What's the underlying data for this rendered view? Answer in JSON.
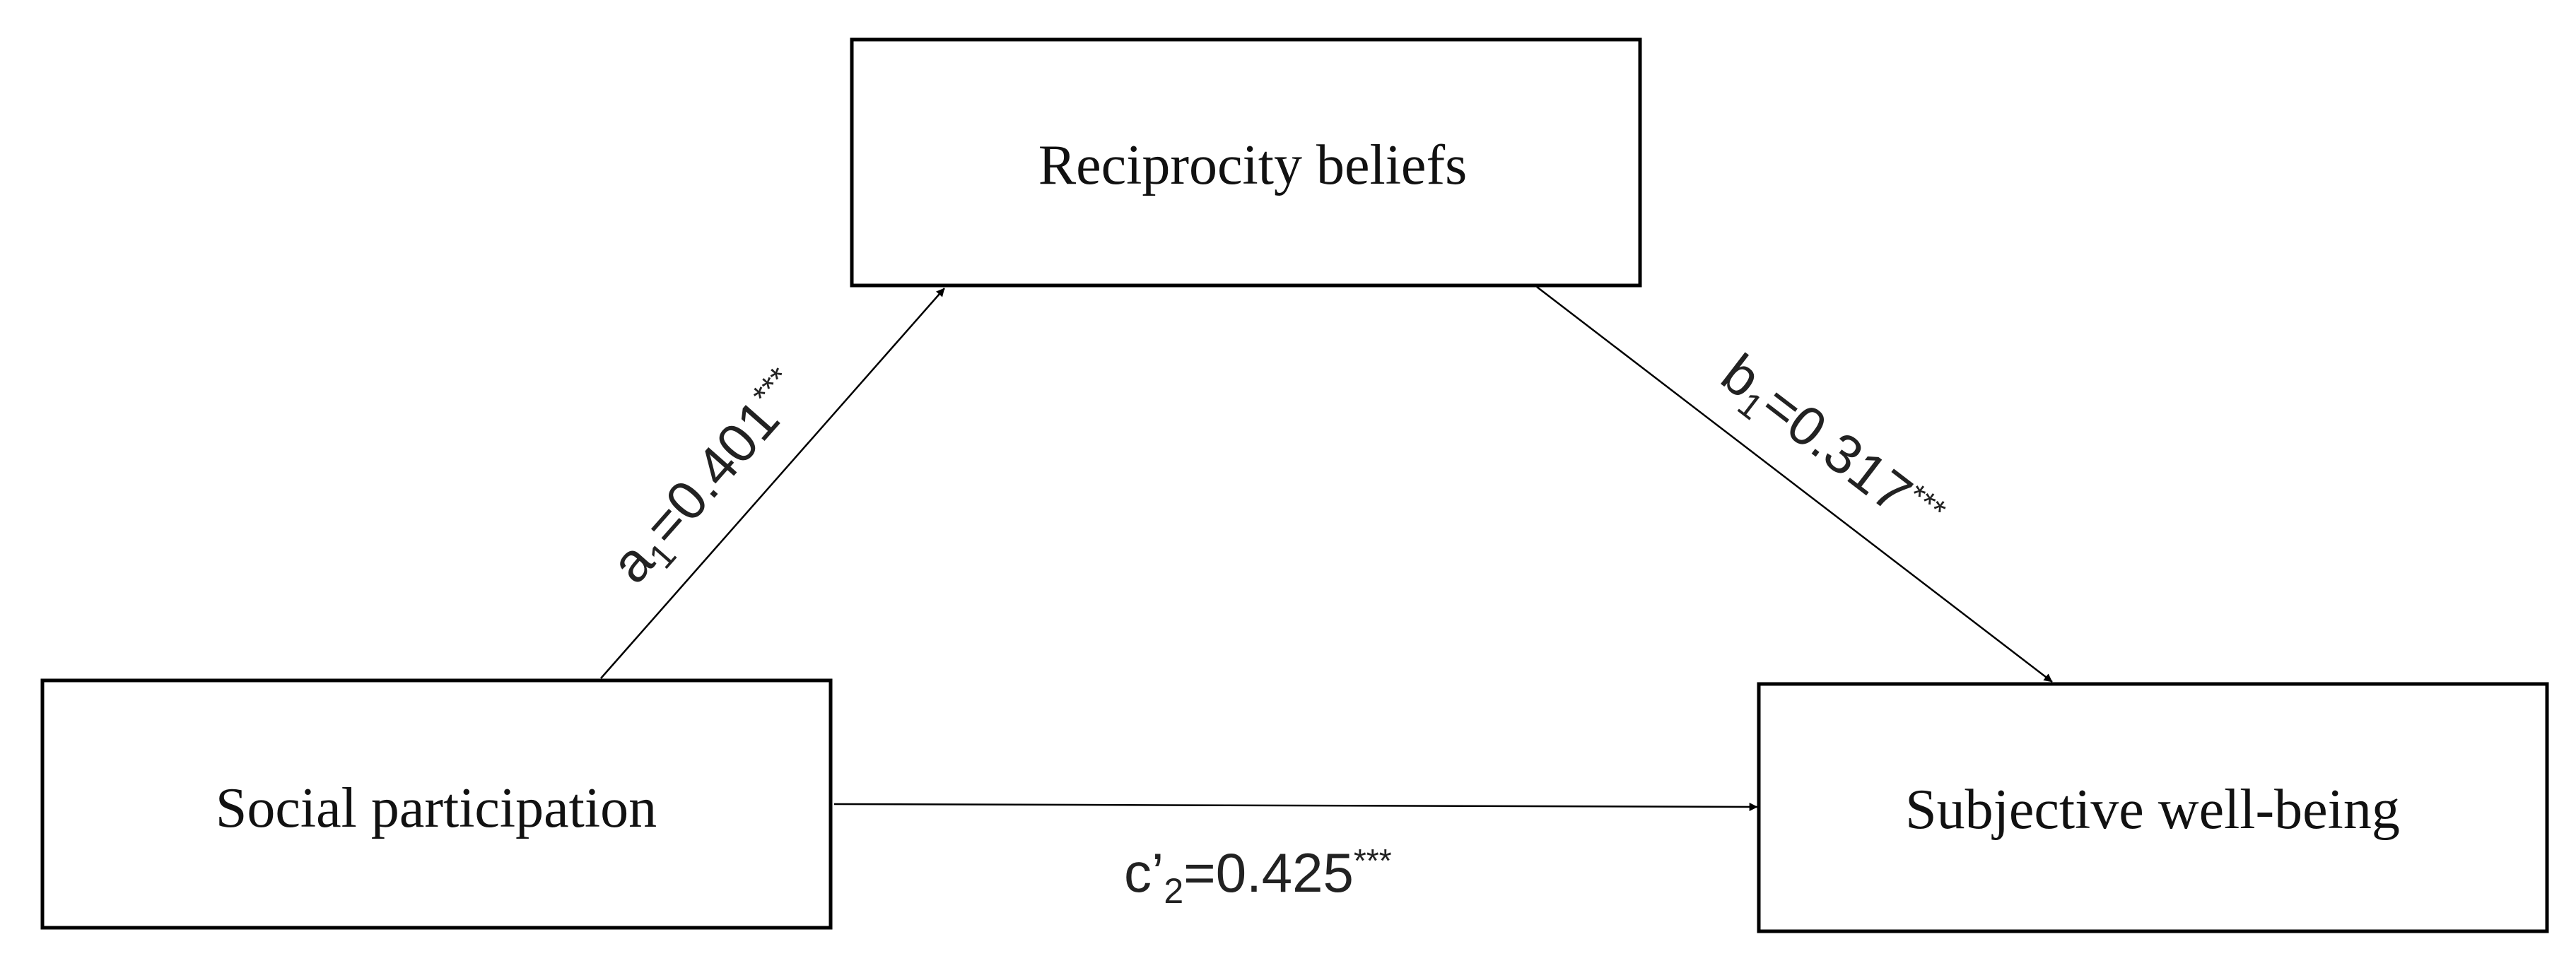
{
  "nodes": {
    "mediator": {
      "label": "Reciprocity beliefs"
    },
    "predictor": {
      "label": "Social participation"
    },
    "outcome": {
      "label": "Subjective well-being"
    }
  },
  "paths": {
    "a": {
      "symbol": "a",
      "subscript": "1",
      "value": "=0.401",
      "significance": "***"
    },
    "b": {
      "symbol": "b",
      "subscript": "1",
      "value": "=0.317",
      "significance": "***"
    },
    "c": {
      "symbol": "c’",
      "subscript": "2",
      "value": "=0.425",
      "significance": "***"
    }
  },
  "colors": {
    "stroke": "#000000",
    "text": "#111111",
    "background": "#ffffff"
  }
}
